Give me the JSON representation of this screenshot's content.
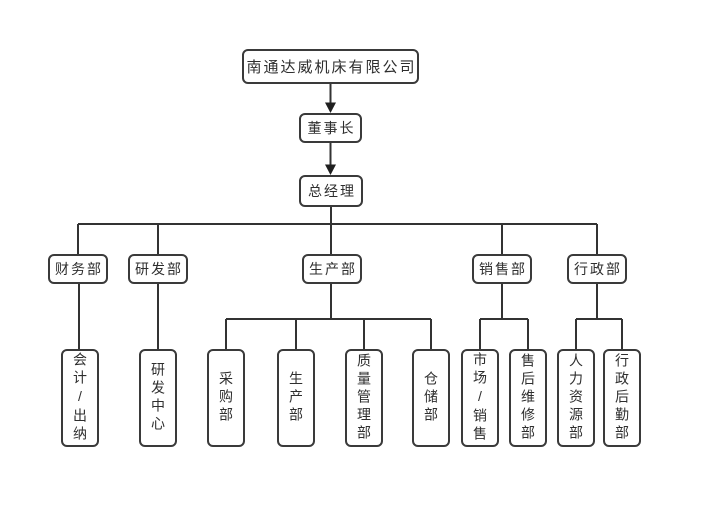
{
  "diagram": {
    "type": "org-chart",
    "title": "南通达威机床有限公司"
  },
  "nodes": {
    "company": "南通达威机床有限公司",
    "chairman": "董事长",
    "general_manager": "总经理",
    "finance": "财务部",
    "rnd": "研发部",
    "production": "生产部",
    "sales": "销售部",
    "admin": "行政部",
    "accounting_cashier": "会计/出纳",
    "rnd_center": "研发中心",
    "purchasing": "采购部",
    "production_sub": "生产部",
    "quality_management": "质量管理部",
    "warehouse": "仓储部",
    "marketing_sales": "市场/销售",
    "after_sales_repair": "售后维修部",
    "human_resources": "人力资源部",
    "admin_logistics": "行政后勤部"
  },
  "hierarchy": [
    {
      "parent": "南通达威机床有限公司",
      "children": [
        "董事长"
      ],
      "connector": "arrow"
    },
    {
      "parent": "董事长",
      "children": [
        "总经理"
      ],
      "connector": "arrow"
    },
    {
      "parent": "总经理",
      "children": [
        "财务部",
        "研发部",
        "生产部",
        "销售部",
        "行政部"
      ],
      "connector": "line"
    },
    {
      "parent": "财务部",
      "children": [
        "会计/出纳"
      ],
      "connector": "line"
    },
    {
      "parent": "研发部",
      "children": [
        "研发中心"
      ],
      "connector": "line"
    },
    {
      "parent": "生产部",
      "children": [
        "采购部",
        "生产部",
        "质量管理部",
        "仓储部"
      ],
      "connector": "line"
    },
    {
      "parent": "销售部",
      "children": [
        "市场/销售",
        "售后维修部"
      ],
      "connector": "line"
    },
    {
      "parent": "行政部",
      "children": [
        "人力资源部",
        "行政后勤部"
      ],
      "connector": "line"
    }
  ],
  "colors": {
    "node_border": "#3a3a3a",
    "node_fill": "#ffffff",
    "text": "#2e2e2e",
    "connector": "#333333",
    "arrowhead": "#1f1f1f",
    "background": "#ffffff"
  }
}
